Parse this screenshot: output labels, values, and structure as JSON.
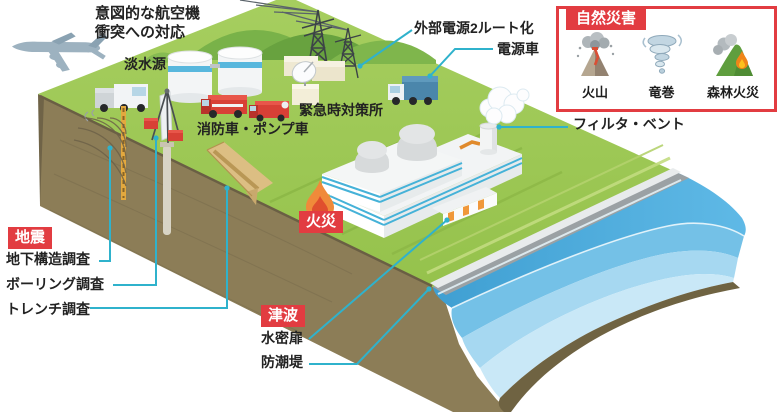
{
  "annotations": {
    "aircraft_line1": "意図的な航空機",
    "aircraft_line2": "衝突への対応",
    "freshwater": "淡水源",
    "external_power": "外部電源2ルート化",
    "power_truck": "電源車",
    "emergency_center": "緊急時対策所",
    "fire_trucks": "消防車・ポンプ車",
    "filter_vent": "フィルタ・ベント",
    "watertight_door": "水密扉",
    "seawall": "防潮堤",
    "surveys": [
      "地下構造調査",
      "ボーリング調査",
      "トレンチ調査"
    ]
  },
  "badges": {
    "earthquake": "地震",
    "fire": "火災",
    "tsunami": "津波"
  },
  "disaster_box": {
    "title": "自然災害",
    "items": [
      {
        "label": "火山",
        "icon": "volcano-icon"
      },
      {
        "label": "竜巻",
        "icon": "tornado-icon"
      },
      {
        "label": "森林火災",
        "icon": "forest-fire-icon"
      }
    ]
  },
  "icons": {
    "airplane": "airplane-icon",
    "flame": "flame-icon",
    "volcano": "volcano-icon",
    "tornado": "tornado-icon",
    "forest_fire": "forest-fire-icon"
  },
  "colors": {
    "badge_red": "#e23c41",
    "leader_cyan": "#2fb2cc",
    "grass_green": "#9cc653",
    "mountain_green": "#74ad46",
    "cliff_brown": "#8c7d57",
    "ocean_blue": "#49a9db",
    "truck_red": "#d84036",
    "power_truck_blue": "#4b86ab"
  }
}
